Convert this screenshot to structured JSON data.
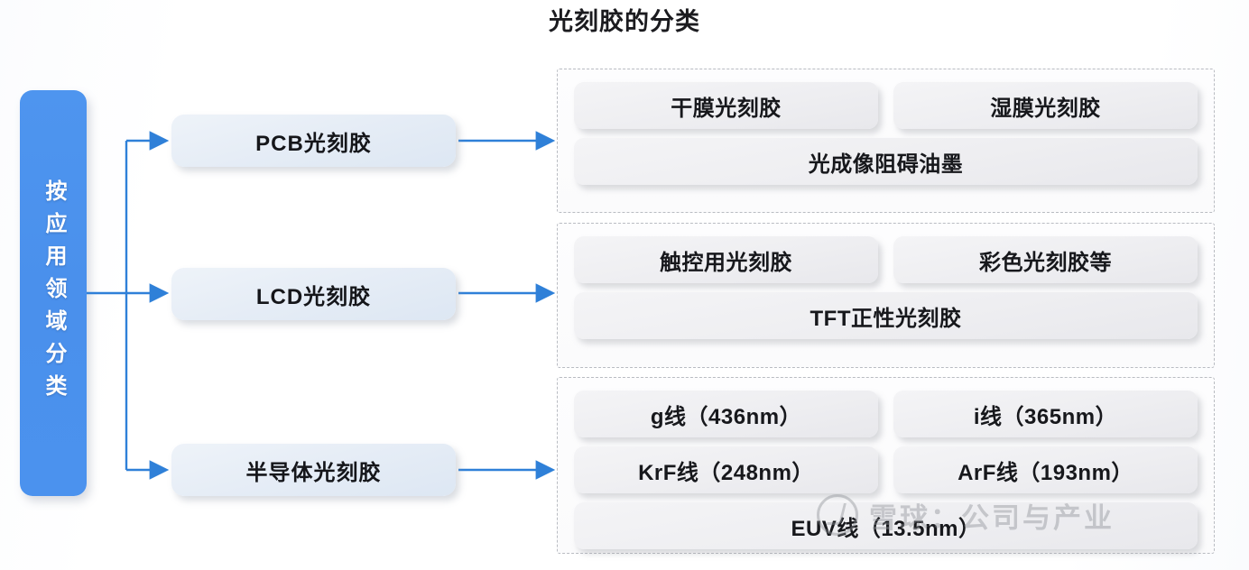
{
  "page": {
    "title": "光刻胶的分类",
    "accent_color": "#4a90ec",
    "leaf_bg_color": "#eeeef1",
    "mid_bg_color": "#e6edf6",
    "dashed_border_color": "#b9bcc2",
    "background_color": "#ffffff"
  },
  "root": {
    "label": "按应用领域分类"
  },
  "branches": [
    {
      "category": "PCB光刻胶",
      "items": [
        {
          "label": "干膜光刻胶",
          "span": "half"
        },
        {
          "label": "湿膜光刻胶",
          "span": "half"
        },
        {
          "label": "光成像阻碍油墨",
          "span": "full"
        }
      ]
    },
    {
      "category": "LCD光刻胶",
      "items": [
        {
          "label": "触控用光刻胶",
          "span": "half"
        },
        {
          "label": "彩色光刻胶等",
          "span": "half"
        },
        {
          "label": "TFT正性光刻胶",
          "span": "full"
        }
      ]
    },
    {
      "category": "半导体光刻胶",
      "items": [
        {
          "label": "g线（436nm）",
          "span": "half"
        },
        {
          "label": "i线（365nm）",
          "span": "half"
        },
        {
          "label": "KrF线（248nm）",
          "span": "half"
        },
        {
          "label": "ArF线（193nm）",
          "span": "half"
        },
        {
          "label": "EUV线（13.5nm）",
          "span": "full"
        }
      ]
    }
  ],
  "watermark": {
    "text": "雪球：公司与产业",
    "logo_name": "xueqiu-logo-icon"
  }
}
